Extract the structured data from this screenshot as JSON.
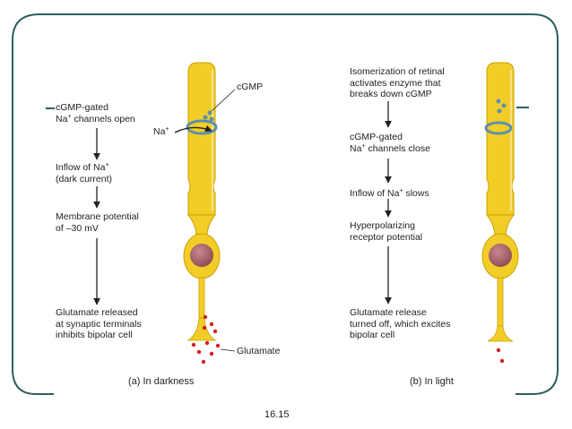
{
  "figure_number": "16.15",
  "panel_a": {
    "caption": "(a) In darkness",
    "steps": [
      {
        "l1": "cGMP-gated",
        "l2_pre": "Na",
        "l2_sup": "+",
        "l2_post": " channels open"
      },
      {
        "l1_pre": "Inflow of Na",
        "l1_sup": "+",
        "l2": "(dark current)"
      },
      {
        "l1": "Membrane potential",
        "l2": "of –30 mV"
      },
      {
        "l1": "Glutamate released",
        "l2": "at synaptic terminals",
        "l3": "inhibits bipolar cell"
      }
    ],
    "labels": {
      "cgmp": "cGMP",
      "na_pre": "Na",
      "na_sup": "+",
      "glutamate": "Glutamate"
    }
  },
  "panel_b": {
    "caption": "(b) In light",
    "steps": [
      {
        "l1": "Isomerization of retinal",
        "l2": "activates enzyme that",
        "l3": "breaks down cGMP"
      },
      {
        "l1": "cGMP-gated",
        "l2_pre": "Na",
        "l2_sup": "+",
        "l2_post": " channels close"
      },
      {
        "l1_pre": "Inflow of Na",
        "l1_sup": "+",
        "l1_post": " slows"
      },
      {
        "l1": "Hyperpolarizing",
        "l2": "receptor potential"
      },
      {
        "l1": "Glutamate release",
        "l2": "turned off, which excites",
        "l3": "bipolar cell"
      }
    ]
  },
  "colors": {
    "frame": "#2e5f5f",
    "rod_fill": "#f2cd27",
    "rod_stroke": "#c9a000",
    "nucleus": "#a8646b",
    "channel": "#5b8fb0",
    "glutamate_dot": "#d11f1f"
  }
}
